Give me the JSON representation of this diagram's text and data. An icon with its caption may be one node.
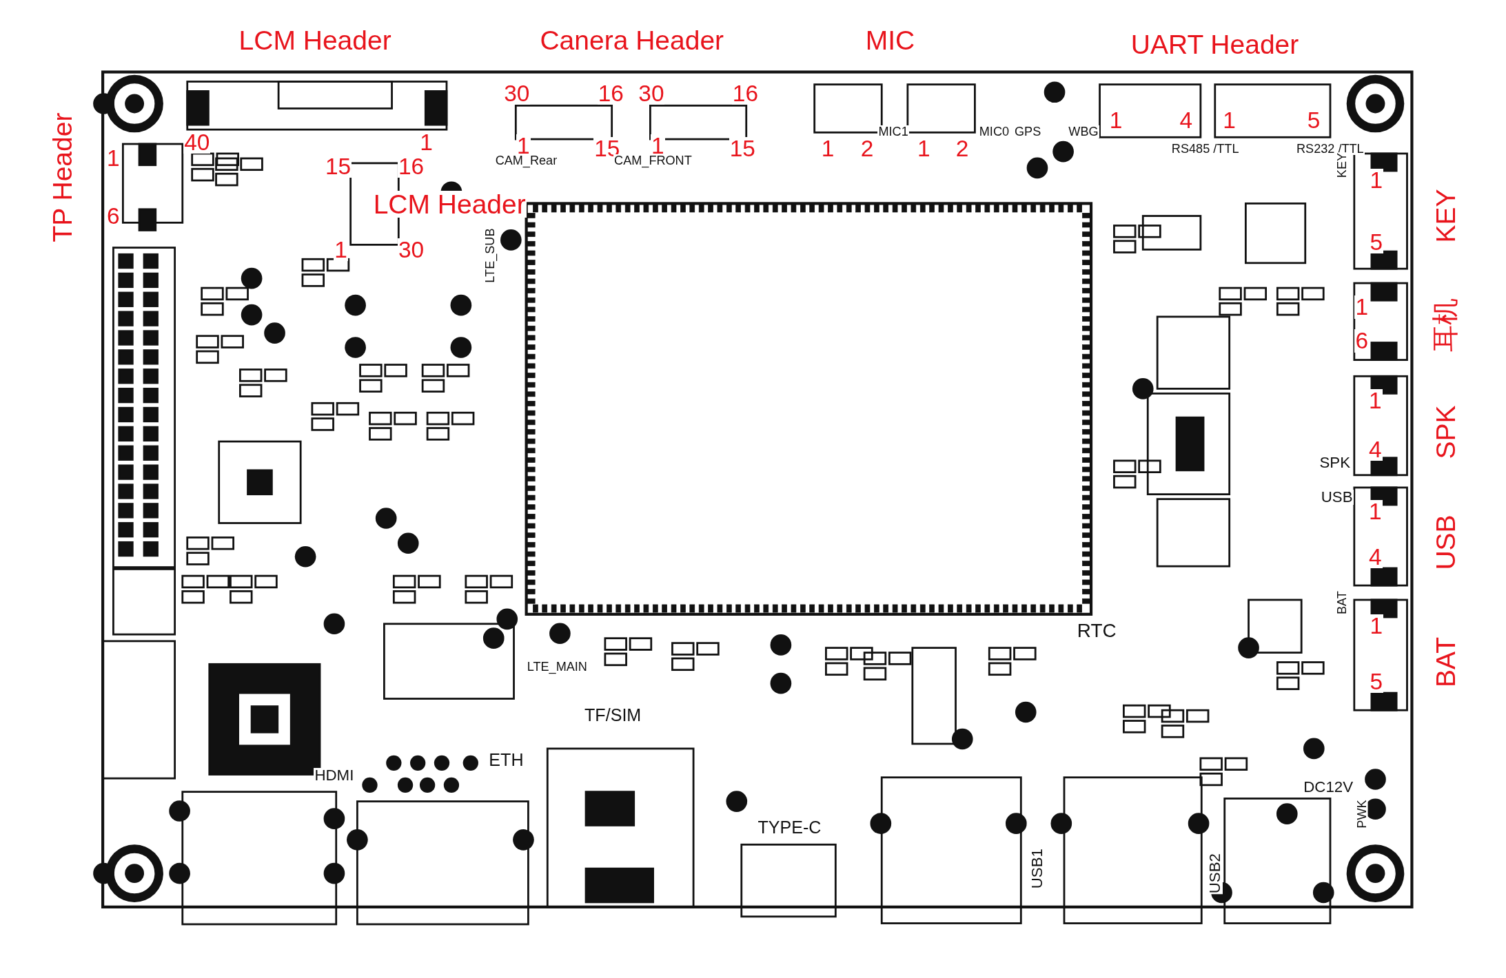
{
  "diagram": {
    "labels": [
      "LCM Header",
      "Canera Header",
      "MIC",
      "UART Header",
      "TP Header",
      "30",
      "16",
      "30",
      "16",
      "40",
      "1",
      "1",
      "6",
      "15",
      "16",
      "1",
      "30",
      "LCM Header",
      "1",
      "CAM_Rear",
      "15",
      "1",
      "CAM_FRONT",
      "15",
      "MIC1",
      "MIC0",
      "GPS",
      "WBG",
      "1",
      "2",
      "1",
      "2",
      "1",
      "4",
      "1",
      "5",
      "RS485 /TTL",
      "RS232 /TTL",
      "KEY",
      "KEY",
      "1",
      "5",
      "1",
      "耳机",
      "6",
      "1",
      "SPK",
      "4",
      "SPK",
      "USB",
      "1",
      "USB",
      "4",
      "LTE_SUB",
      "BAT",
      "1",
      "BAT",
      "5",
      "RTC",
      "LTE_MAIN",
      "TF/SIM",
      "ETH",
      "HDMI",
      "DC12V",
      "PWK",
      "TYPE-C",
      "USB1",
      "USB2"
    ]
  }
}
